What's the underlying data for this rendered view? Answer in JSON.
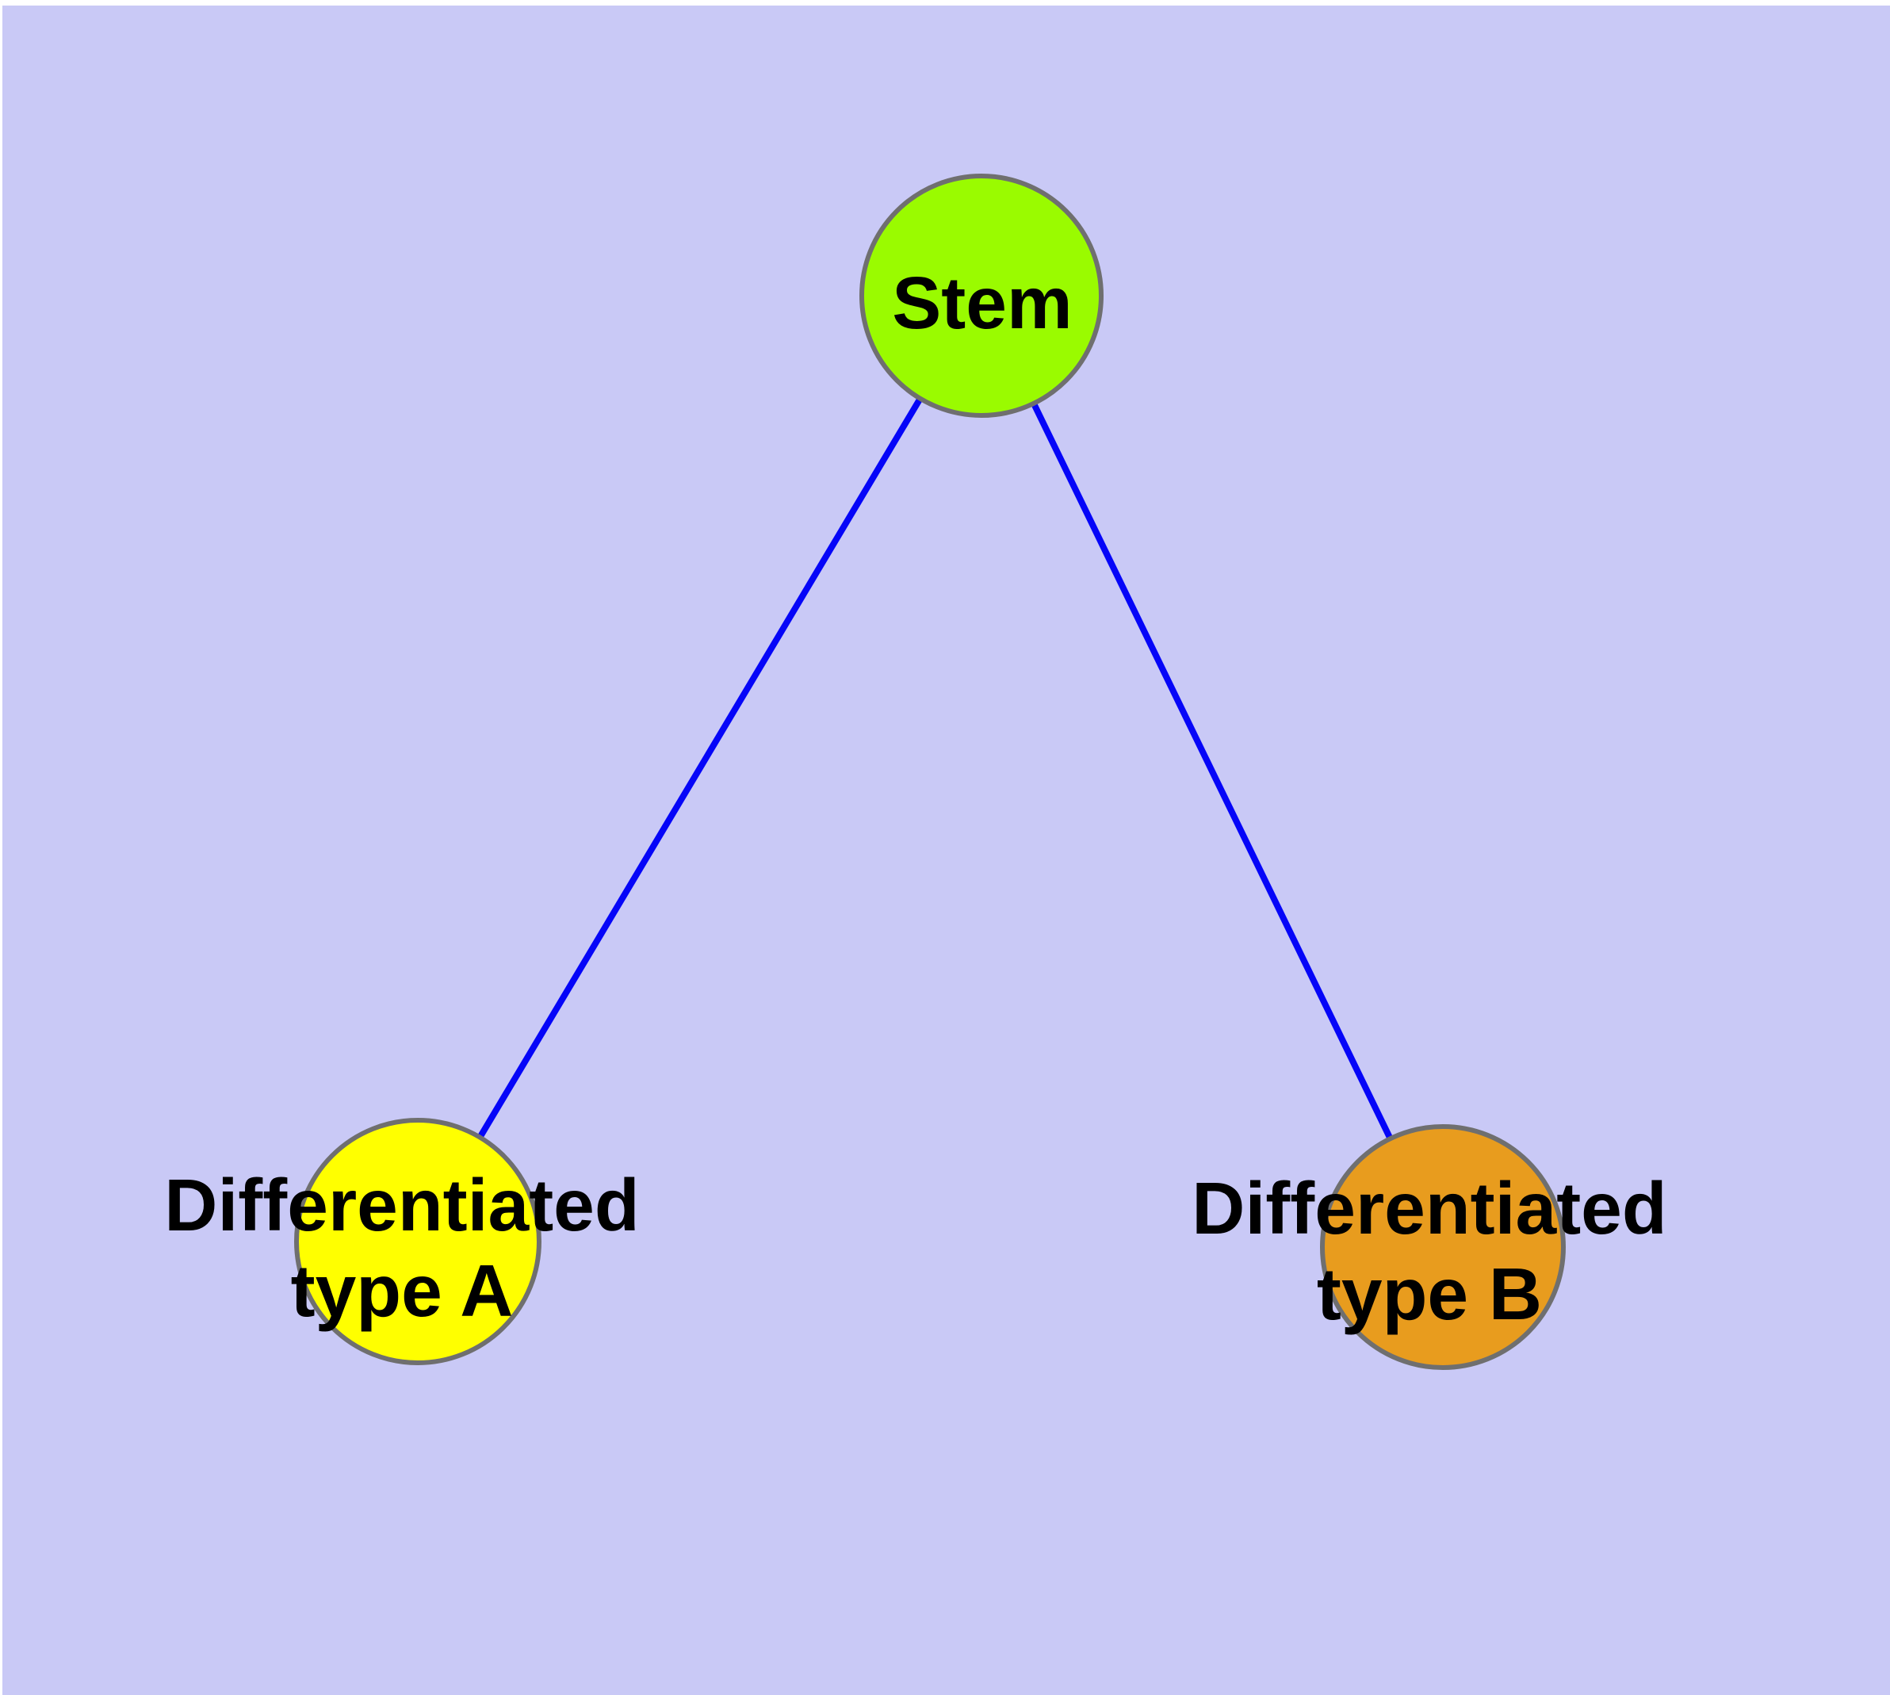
{
  "diagram": {
    "background_color": "#c9c9f6",
    "edge_color": "#0505f8",
    "node_border_color": "#6f6f6f",
    "label_color": "#000000",
    "nodes": [
      {
        "id": "stem",
        "lines": [
          "Stem"
        ],
        "color": "#9afb00"
      },
      {
        "id": "differentiated-type-a",
        "lines": [
          "Differentiated",
          "type A"
        ],
        "color": "#ffff00"
      },
      {
        "id": "differentiated-type-b",
        "lines": [
          "Differentiated",
          "type B"
        ],
        "color": "#e89c1e"
      }
    ],
    "edges": [
      {
        "from": "stem",
        "to": "differentiated-type-a"
      },
      {
        "from": "stem",
        "to": "differentiated-type-b"
      }
    ]
  }
}
